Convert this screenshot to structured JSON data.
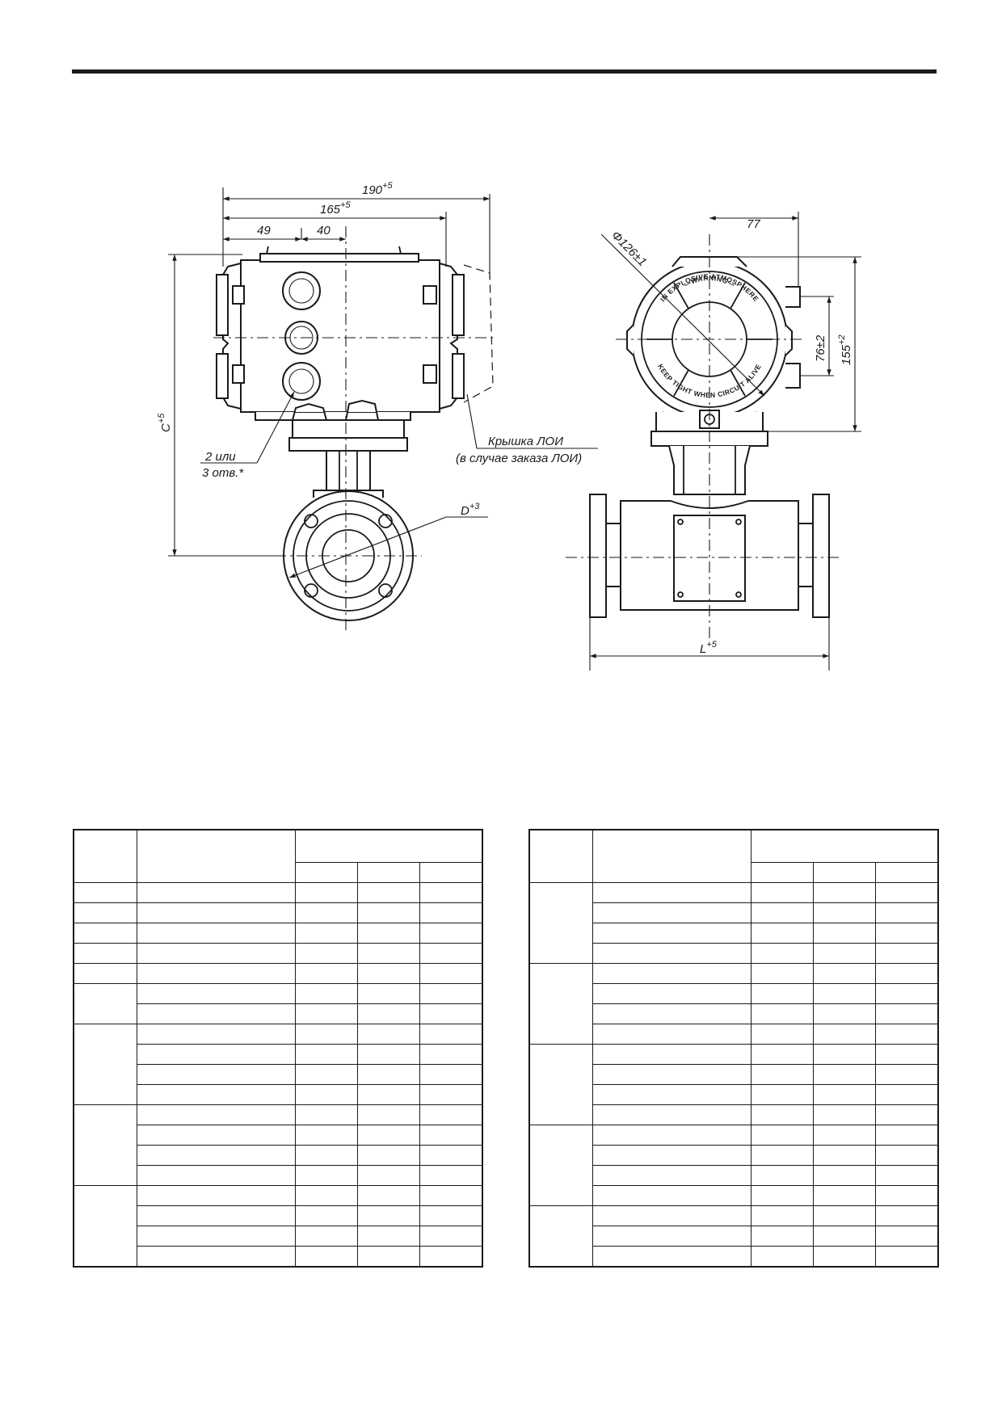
{
  "drawing": {
    "side_view": {
      "dim_190": {
        "value": "190",
        "tol": "+5"
      },
      "dim_165": {
        "value": "165",
        "tol": "+5"
      },
      "dim_49": "49",
      "dim_40": "40",
      "dim_c": {
        "value": "C",
        "tol": "+5"
      },
      "dim_d": {
        "value": "D",
        "tol": "+3"
      },
      "holes_note_line1": "2 или",
      "holes_note_line2": "3 отв.*",
      "cover_note_line1": "Крышка ЛОИ",
      "cover_note_line2": "(в случае заказа ЛОИ)"
    },
    "front_view": {
      "dim_77": "77",
      "dim_phi": "Φ126±1",
      "dim_76": "76±2",
      "dim_155": {
        "value": "155",
        "tol": "+2"
      },
      "dim_l": {
        "value": "L",
        "tol": "+5"
      },
      "warning_line1": "IN EXPLOSIVE ATMOSPHERE",
      "warning_line2": "—WARNING—",
      "warning_line3": "KEEP TIGHT WHEN CIRCUIT ALIVE"
    }
  },
  "tables": {
    "left": {
      "header_rows": 2,
      "body_rows": 19
    },
    "right": {
      "header_rows": 2,
      "body_rows": 19
    }
  }
}
